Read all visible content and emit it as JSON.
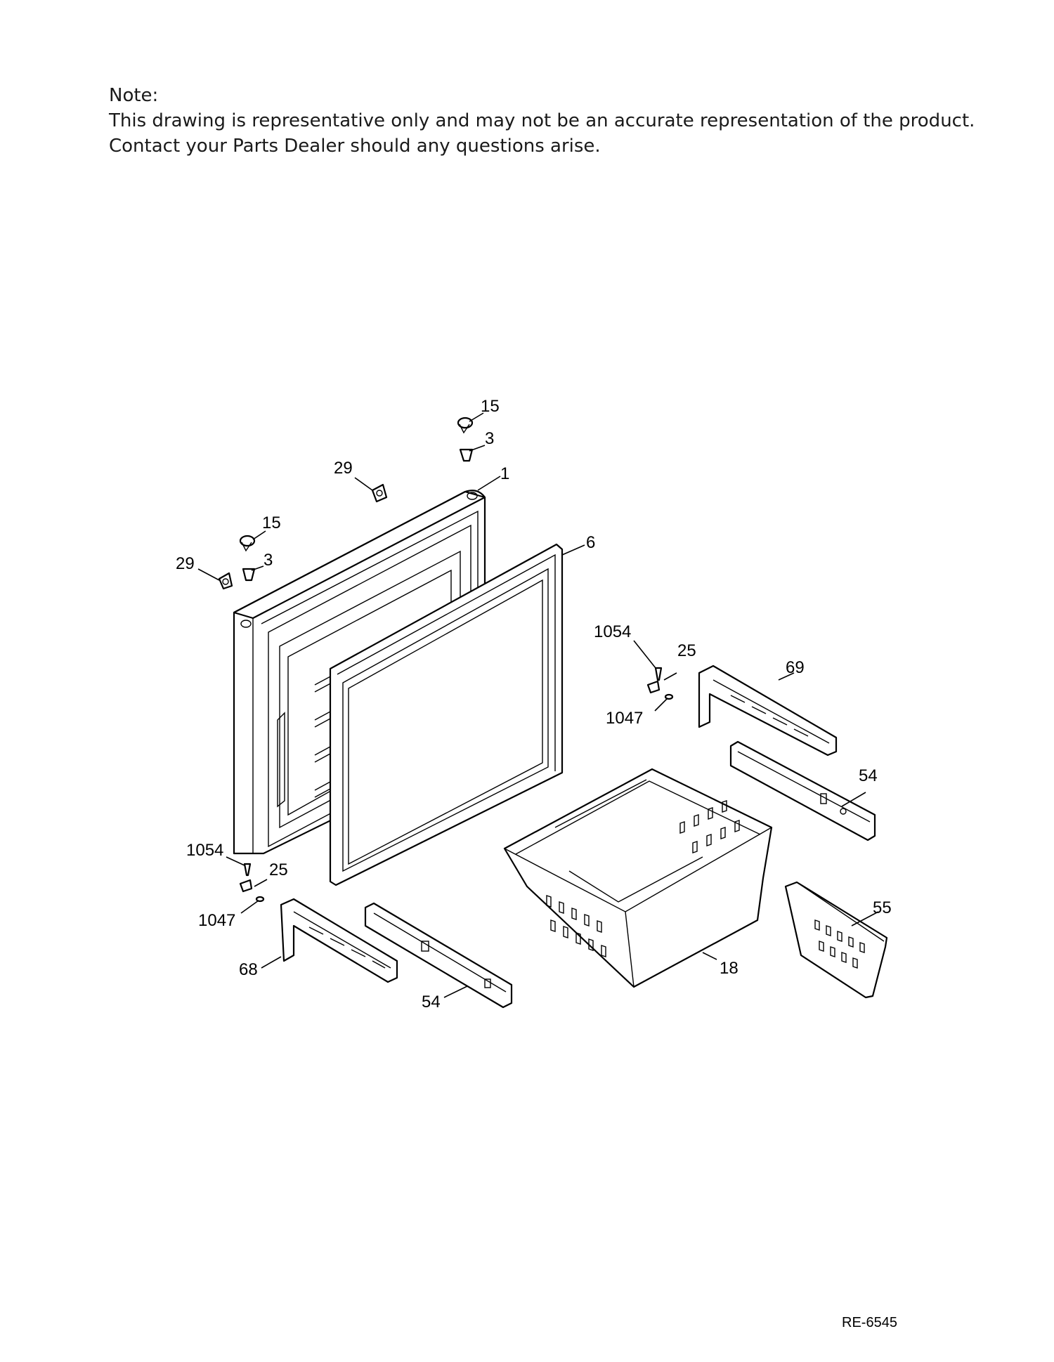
{
  "note": {
    "heading": "Note:",
    "line1": "This drawing is representative only and may not be an accurate representation of the product.",
    "line2": "Contact your Parts Dealer should any questions arise."
  },
  "callouts": {
    "c15_top": "15",
    "c3_top": "3",
    "c29_top": "29",
    "c1": "1",
    "c15_left": "15",
    "c29_left": "29",
    "c3_left": "3",
    "c6": "6",
    "c1054_right": "1054",
    "c25_right": "25",
    "c69": "69",
    "c1047_right": "1047",
    "c54_right": "54",
    "c1054_left": "1054",
    "c25_left": "25",
    "c1047_left": "1047",
    "c68": "68",
    "c54_bottom": "54",
    "c18": "18",
    "c55": "55"
  },
  "doc_id": "RE-6545"
}
